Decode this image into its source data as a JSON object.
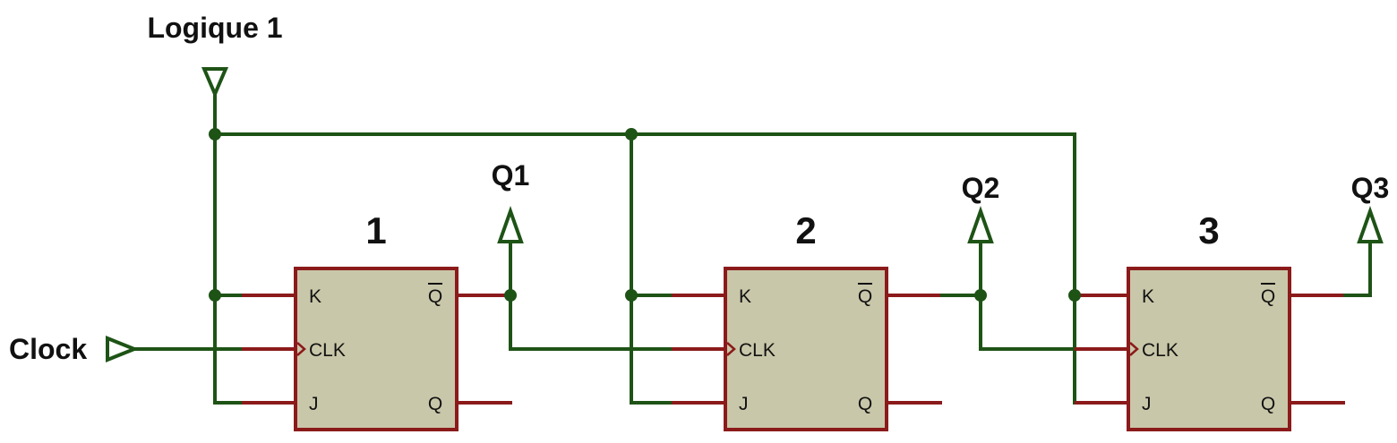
{
  "labels": {
    "logic_high": "Logique 1",
    "clock": "Clock",
    "outputs": [
      "Q1",
      "Q2",
      "Q3"
    ]
  },
  "flipflops": [
    {
      "number": "1",
      "pin_k": "K",
      "pin_clk": "CLK",
      "pin_j": "J",
      "pin_qbar": "Q",
      "pin_q": "Q"
    },
    {
      "number": "2",
      "pin_k": "K",
      "pin_clk": "CLK",
      "pin_j": "J",
      "pin_qbar": "Q",
      "pin_q": "Q"
    },
    {
      "number": "3",
      "pin_k": "K",
      "pin_clk": "CLK",
      "pin_j": "J",
      "pin_qbar": "Q",
      "pin_q": "Q"
    }
  ],
  "colors": {
    "wire": "#1e5316",
    "pin": "#8b1a1a",
    "body_fill": "#c9c7a9",
    "background": "#ffffff"
  }
}
